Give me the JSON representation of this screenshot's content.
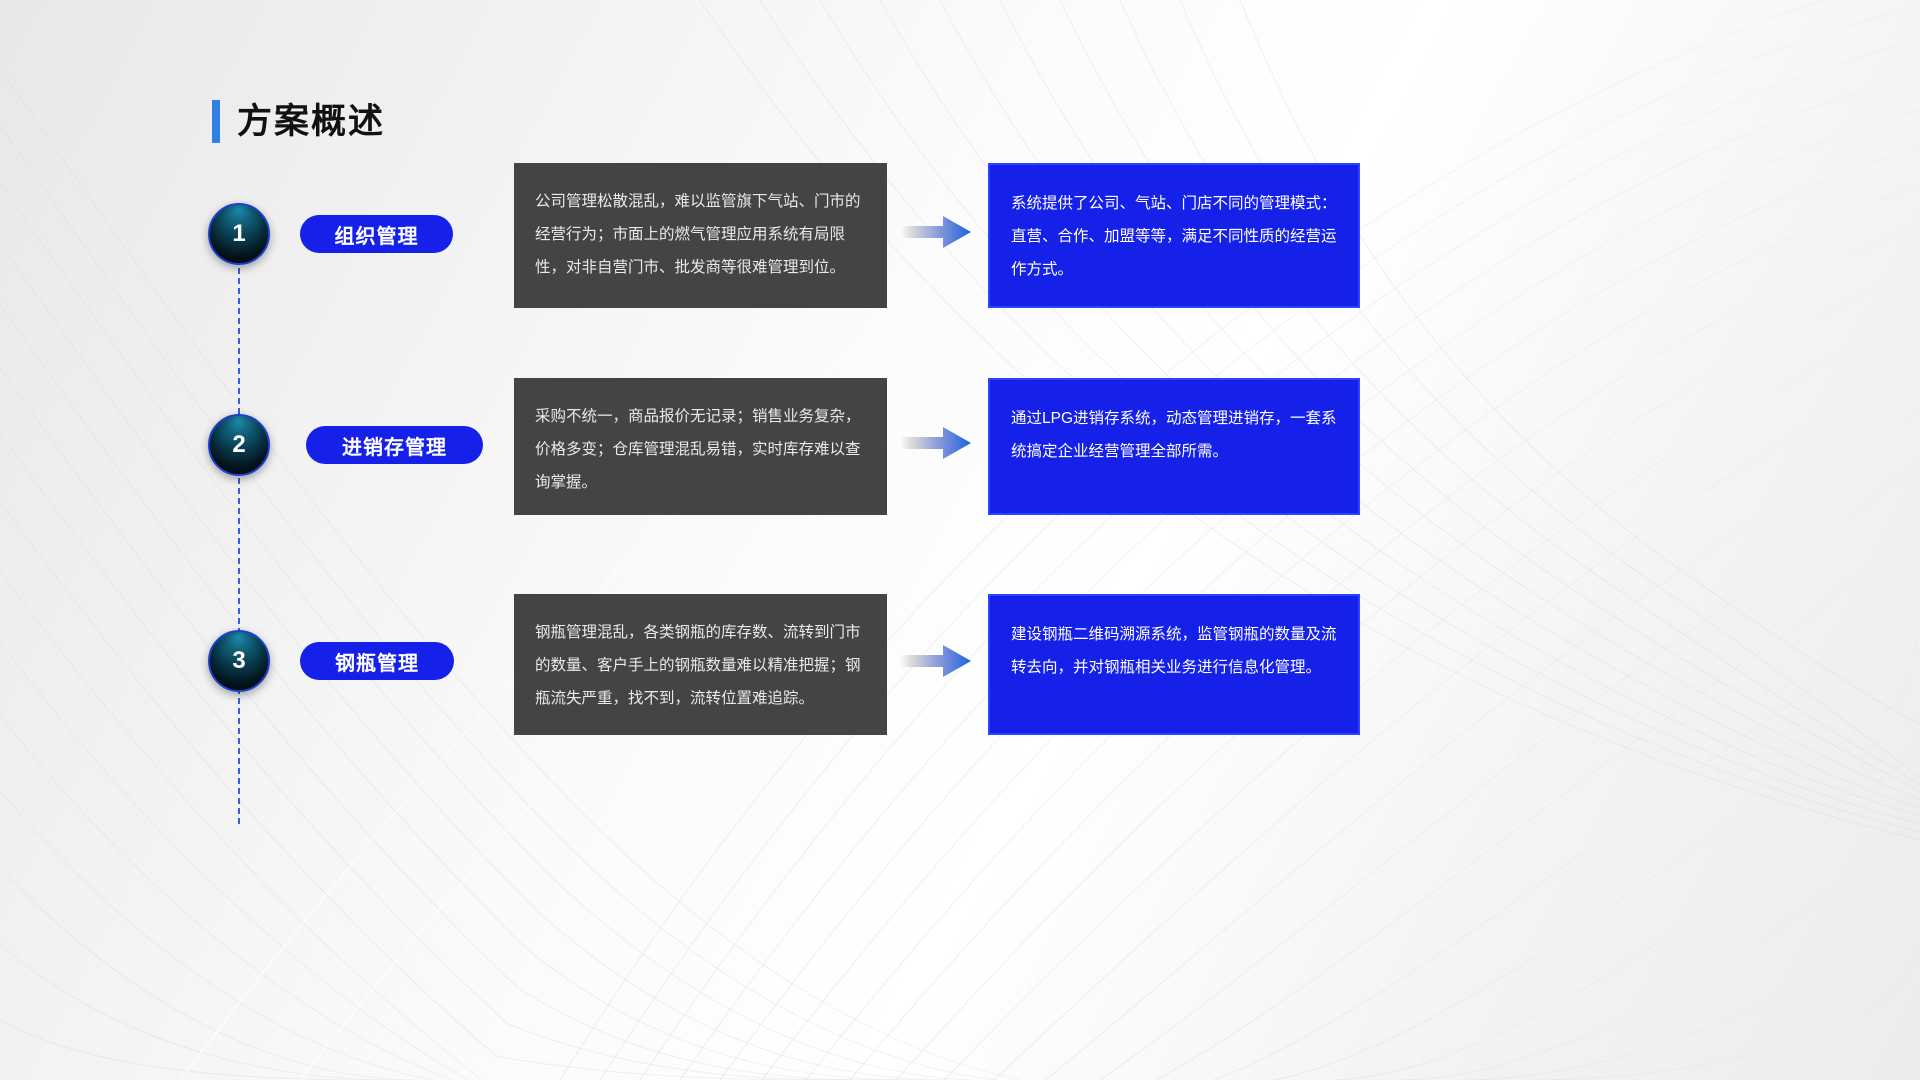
{
  "slide": {
    "title": "方案概述",
    "accent_blue": "#1521e8",
    "title_bar_color": "#2f7fe0",
    "dark_box_color": "#444444",
    "background_color": "#f2f2f2"
  },
  "rows": [
    {
      "number": "1",
      "label": "组织管理",
      "problem": "公司管理松散混乱，难以监管旗下气站、门市的经营行为；市面上的燃气管理应用系统有局限性，对非自营门市、批发商等很难管理到位。",
      "solution": "系统提供了公司、气站、门店不同的管理模式：直营、合作、加盟等等，满足不同性质的经营运作方式。"
    },
    {
      "number": "2",
      "label": "进销存管理",
      "problem": "采购不统一，商品报价无记录；销售业务复杂，价格多变；仓库管理混乱易错，实时库存难以查询掌握。",
      "solution": "通过LPG进销存系统，动态管理进销存，一套系统搞定企业经营管理全部所需。"
    },
    {
      "number": "3",
      "label": "钢瓶管理",
      "problem": "钢瓶管理混乱，各类钢瓶的库存数、流转到门市的数量、客户手上的钢瓶数量难以精准把握；钢瓶流失严重，找不到，流转位置难追踪。",
      "solution": "建设钢瓶二维码溯源系统，监管钢瓶的数量及流转去向，并对钢瓶相关业务进行信息化管理。"
    }
  ]
}
